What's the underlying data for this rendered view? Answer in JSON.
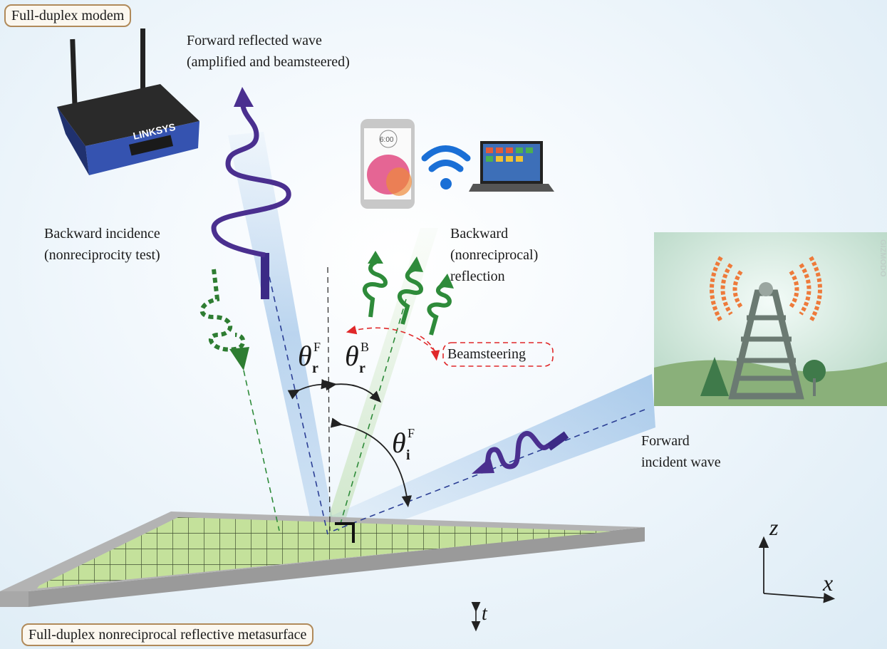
{
  "labels": {
    "modem": "Full-duplex modem",
    "forward_reflected_line1": "Forward reflected wave",
    "forward_reflected_line2": "(amplified and beamsteered)",
    "backward_incidence_line1": "Backward incidence",
    "backward_incidence_line2": "(nonreciprocity test)",
    "backward_reflection_line1": "Backward",
    "backward_reflection_line2": "(nonreciprocal)",
    "backward_reflection_line3": "reflection",
    "beamsteering": "Beamsteering",
    "forward_incident_line1": "Forward",
    "forward_incident_line2": "incident wave",
    "metasurface": "Full-duplex nonreciprocal reflective metasurface",
    "theta": "θ",
    "sub_r": "r",
    "sub_i": "i",
    "sup_F": "F",
    "sup_B": "B",
    "axis_z": "z",
    "axis_x": "x",
    "thickness": "t",
    "router_brand": "LINKSYS",
    "phone_time": "6:00",
    "watermark": "GIZMODO"
  },
  "colors": {
    "forward_wave": "#4a2f8f",
    "backward_wave": "#2e8b3a",
    "beamsteering": "#e0282a",
    "metasurface_cell": "#b8d98a",
    "metasurface_frame": "#8f8f8f",
    "label_border": "#b08a5a"
  }
}
